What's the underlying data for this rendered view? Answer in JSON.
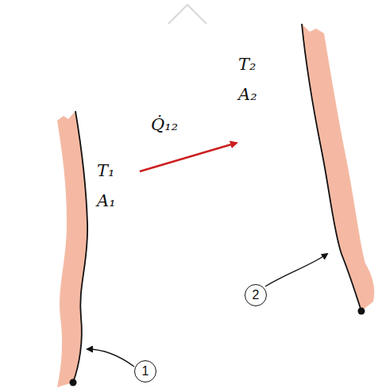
{
  "diagram": {
    "nodes": [
      {
        "text": [
          "1"
        ]
      },
      {
        "text": [
          "2"
        ]
      }
    ],
    "labels": [
      "T₁",
      "A₁",
      "Q̇₁₂",
      "T₂",
      "A₂"
    ]
  }
}
